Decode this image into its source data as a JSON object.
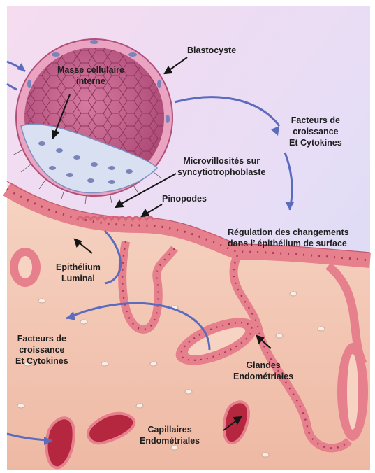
{
  "labels": {
    "blastocyste": "Blastocyste",
    "masse_cellulaire": [
      "Masse cellulaire",
      "interne"
    ],
    "facteurs_top": [
      "Facteurs de",
      "croissance",
      "Et Cytokines"
    ],
    "microvillosites": [
      "Microvillosités sur",
      "syncytiotrophoblaste"
    ],
    "pinopodes": "Pinopodes",
    "regulation": [
      "Régulation des changements",
      "dans  l’ épithélium de surface"
    ],
    "epithelium": [
      "Epithélium",
      "Luminal"
    ],
    "facteurs_left": [
      "Facteurs de",
      "croissance",
      "Et Cytokines"
    ],
    "glandes": [
      "Glandes",
      "Endométriales"
    ],
    "capillaires": [
      "Capillaires",
      "Endométriales"
    ]
  },
  "colors": {
    "sky_top": "#f3d9ef",
    "sky_bottom": "#d8ddf7",
    "stroma": "#f2c9b6",
    "epithelium": "#e9808a",
    "nucleus": "#a83a5c",
    "blastocyst": "#c9688f",
    "inner_mass": "#d9e0f2",
    "arrow": "#5b6bbd",
    "capillary": "#b5273e"
  }
}
